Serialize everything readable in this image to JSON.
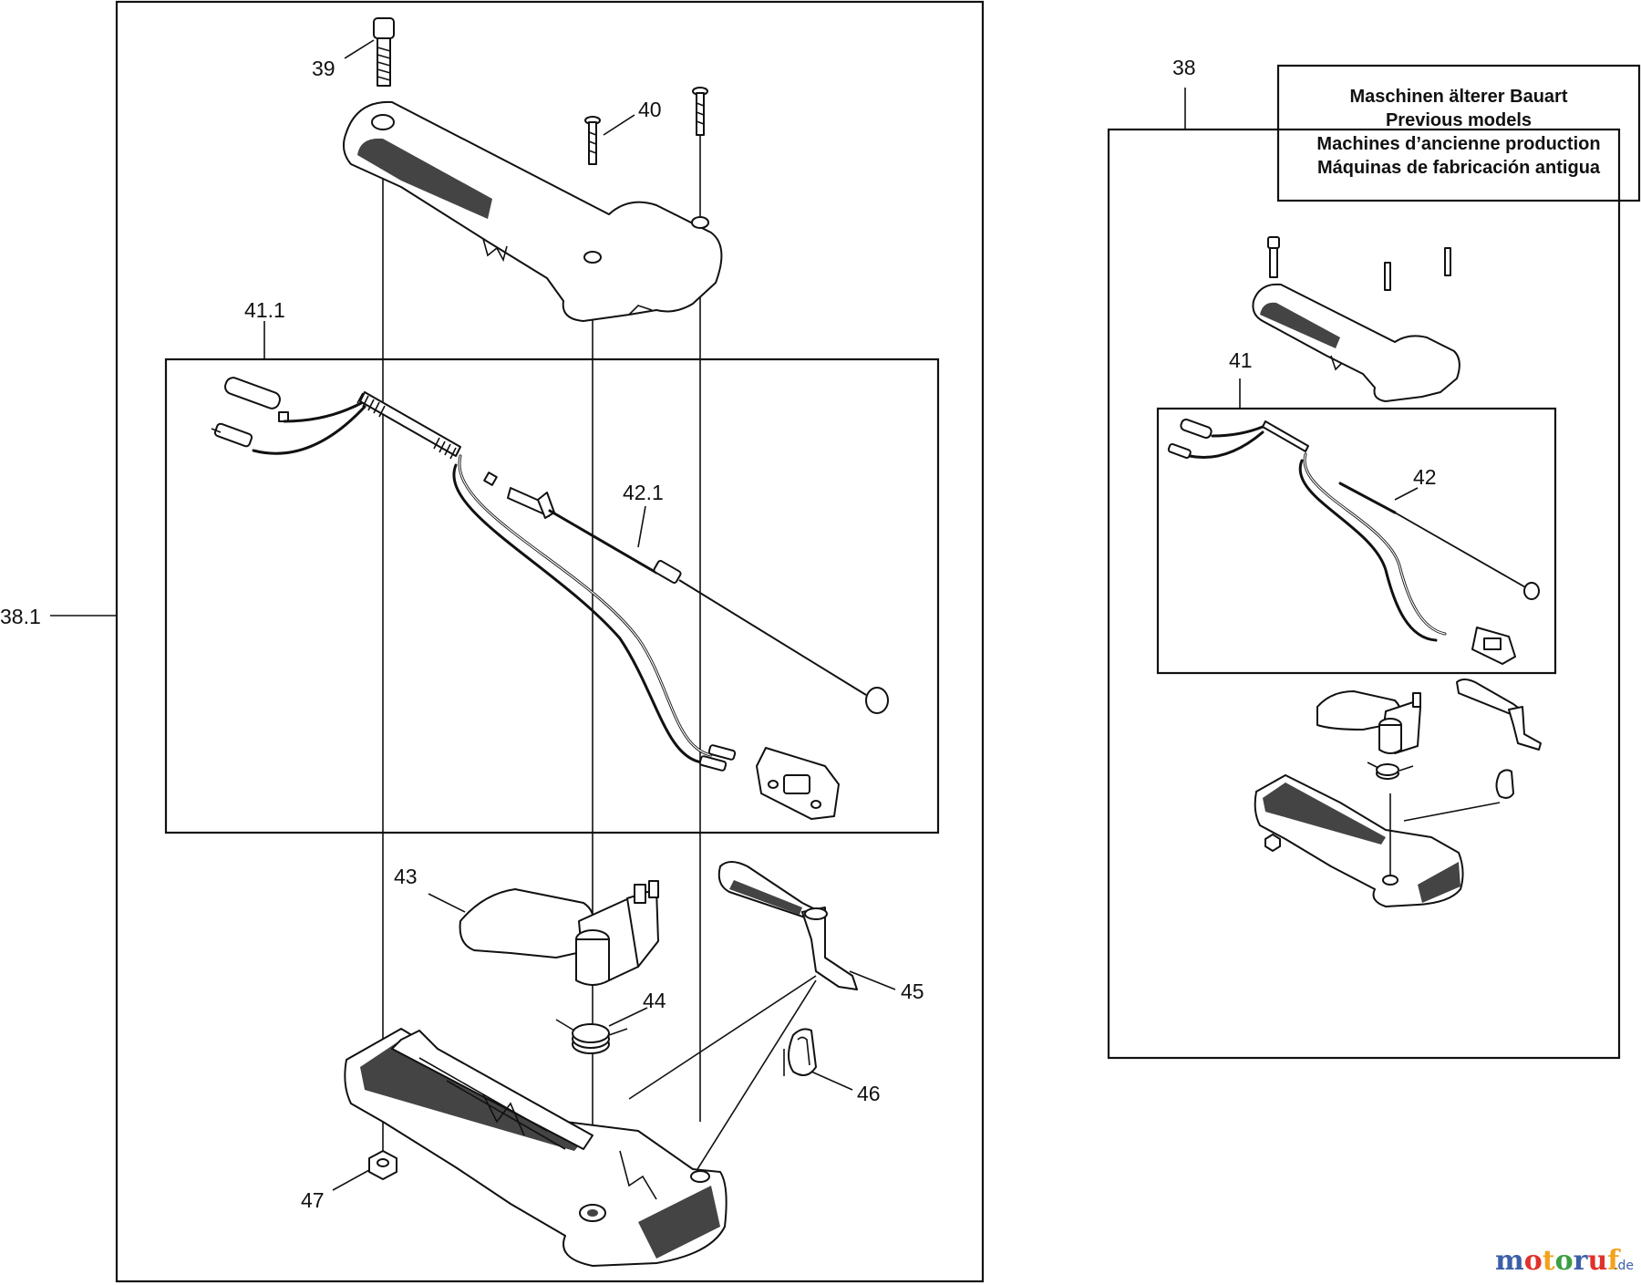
{
  "main_group": {
    "label": "38.1",
    "subassembly_label": "41.1",
    "parts": [
      "39",
      "40",
      "41.1",
      "42.1",
      "43",
      "44",
      "45",
      "46",
      "47"
    ]
  },
  "cable_label": "42.1",
  "callouts": {
    "p39": "39",
    "p40": "40",
    "p43": "43",
    "p44": "44",
    "p45": "45",
    "p46": "46",
    "p47": "47"
  },
  "previous_models": {
    "label": "38",
    "subassembly_label": "41",
    "cable_label": "42",
    "note_lines": [
      "Maschinen älterer Bauart",
      "Previous models",
      "Machines d’ancienne production",
      "Máquinas de fabricación antigua"
    ]
  },
  "watermark": {
    "brand": "motoruf",
    "suffix": ".de",
    "colors": {
      "m": "#3d5fa8",
      "o1": "#e0322b",
      "t": "#f2a21c",
      "o2": "#3aa043",
      "r": "#3d5fa8",
      "u": "#e0322b",
      "f": "#f2a21c"
    }
  }
}
